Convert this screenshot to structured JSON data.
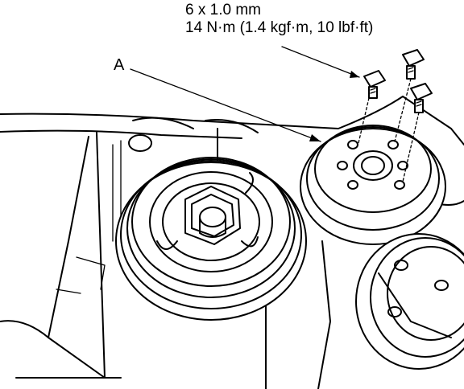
{
  "labels": {
    "bolt_size": "6 x 1.0 mm",
    "torque_spec": "14 N·m (1.4 kgf·m, 10 lbf·ft)",
    "callout_a": "A"
  }
}
